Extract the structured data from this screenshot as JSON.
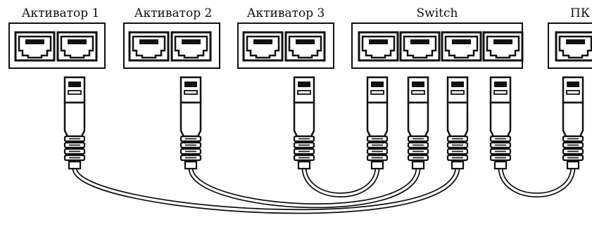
{
  "devices": [
    {
      "id": "activator-1",
      "label": "Активатор 1",
      "ports": 2
    },
    {
      "id": "activator-2",
      "label": "Активатор 2",
      "ports": 2
    },
    {
      "id": "activator-3",
      "label": "Активатор 3",
      "ports": 2
    },
    {
      "id": "switch",
      "label": "Switch",
      "ports": 4
    },
    {
      "id": "pc",
      "label": "ПК",
      "ports": 1
    }
  ],
  "connections": [
    {
      "from": "activator-1",
      "to": "switch"
    },
    {
      "from": "activator-2",
      "to": "switch"
    },
    {
      "from": "activator-3",
      "to": "switch"
    },
    {
      "from": "switch",
      "to": "pc"
    }
  ],
  "colors": {
    "stroke": "#111111",
    "background": "#ffffff"
  }
}
